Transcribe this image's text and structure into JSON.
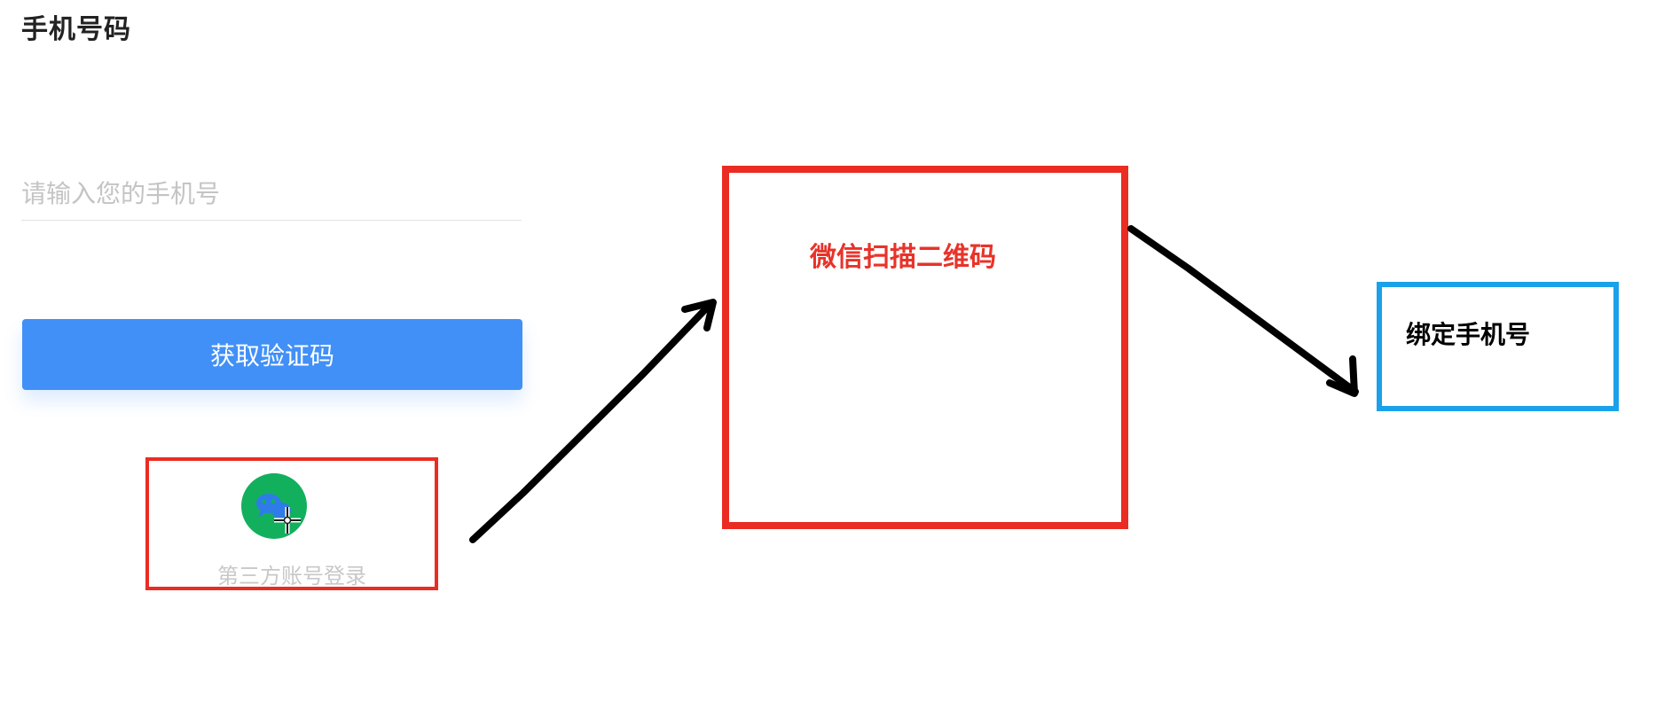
{
  "login": {
    "title": "手机号码",
    "phone_placeholder": "请输入您的手机号",
    "get_code_label": "获取验证码",
    "third_party_label": "第三方账号登录"
  },
  "flow": {
    "qr_step_label": "微信扫描二维码",
    "bind_step_label": "绑定手机号"
  },
  "colors": {
    "button_blue": "#4190f7",
    "wechat_green": "#12b05c",
    "annotation_red": "#ea2c22",
    "annotation_blue": "#1ba1ea"
  },
  "icons": {
    "wechat": "wechat-icon",
    "cursor": "crosshair-cursor-icon"
  }
}
